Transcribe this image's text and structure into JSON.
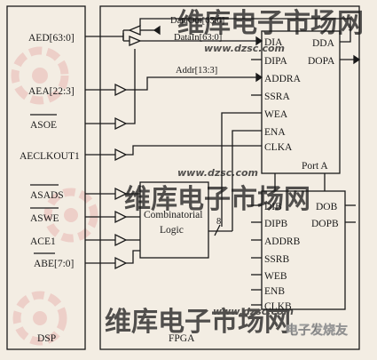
{
  "colors": {
    "background": "#f3ede3",
    "line": "#1a1a1a",
    "watermark": "#e2a3a0",
    "watermark_logo": "#ecc6c0"
  },
  "blocks": {
    "dsp": "DSP",
    "fpga": "FPGA",
    "combinatorial_line1": "Combinatorial",
    "combinatorial_line2": "Logic",
    "port_a": "Port  A"
  },
  "dsp_signals": {
    "aed": "AED[63:0]",
    "aea": "AEA[22:3]",
    "asoe": "ASOE",
    "aeclkout1": "AECLKOUT1",
    "asads": "ASADS",
    "aswe": "ASWE",
    "ace1": "ACE1",
    "abe": "ABE[7:0]"
  },
  "buses": {
    "dataout": "DataOut[63:0]",
    "datain": "DataIn[63:0]",
    "addr": "Addr[13:3]",
    "width8": "8"
  },
  "port_a_pins": {
    "dia": "DIA",
    "dipa": "DIPA",
    "addra": "ADDRA",
    "ssra": "SSRA",
    "wea": "WEA",
    "ena": "ENA",
    "clka": "CLKA",
    "dda": "DDA",
    "dopa": "DOPA"
  },
  "port_b_pins": {
    "dib": "DIB",
    "dipb": "DIPB",
    "addrb": "ADDRB",
    "ssrb": "SSRB",
    "web": "WEB",
    "enb": "ENB",
    "clkb": "CLKB",
    "dob": "DOB",
    "dopb": "DOPB"
  },
  "watermark": {
    "brand": "维库电子市场网",
    "url": "www.dzsc.com",
    "footer": "电子发烧友"
  }
}
